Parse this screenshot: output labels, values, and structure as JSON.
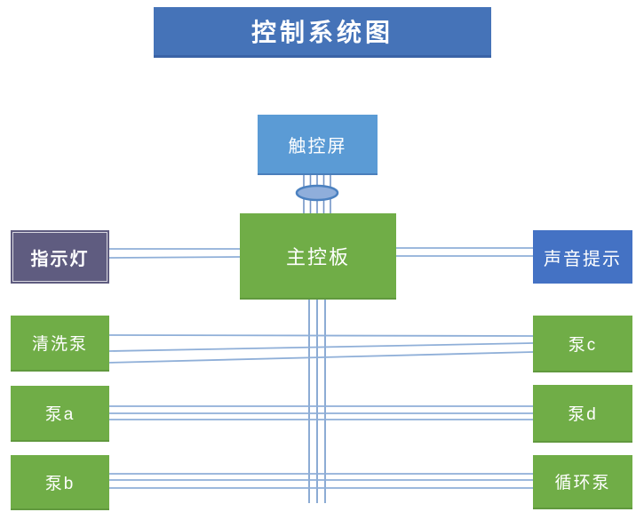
{
  "title": {
    "text": "控制系统图"
  },
  "nodes": {
    "touchscreen": "触控屏",
    "mainboard": "主控板",
    "indicator": "指示灯",
    "sound_alert": "声音提示",
    "wash_pump": "清洗泵",
    "pump_a": "泵a",
    "pump_b": "泵b",
    "pump_c": "泵c",
    "pump_d": "泵d",
    "cycle_pump": "循环泵"
  },
  "edges": [
    {
      "from": "touchscreen",
      "to": "mainboard",
      "wires": 5,
      "via": "cable-connector"
    },
    {
      "from": "indicator",
      "to": "mainboard",
      "wires": 2
    },
    {
      "from": "mainboard",
      "to": "sound_alert",
      "wires": 2
    },
    {
      "from": "mainboard",
      "to": "bottom-bus",
      "wires": 3
    },
    {
      "from": "wash_pump",
      "to": "pump_c",
      "wires": 3
    },
    {
      "from": "pump_a",
      "to": "pump_d",
      "wires": 3
    },
    {
      "from": "pump_b",
      "to": "cycle_pump",
      "wires": 3
    }
  ],
  "colors": {
    "title_bar": "#4573B8",
    "touchscreen": "#5B9BD5",
    "green_node": "#70AD47",
    "indicator": "#5F5C80",
    "sound_alert": "#4472C4",
    "wire": "#8FAFD8",
    "bus_wire": "#7FA2D0",
    "bundle_wire": "#7394C6",
    "connector_fill": "#8FAEDB",
    "connector_stroke": "#4B81C0"
  }
}
